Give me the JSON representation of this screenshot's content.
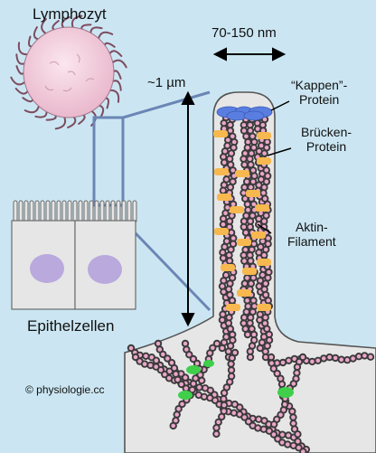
{
  "labels": {
    "lymphocyte": "Lymphozyt",
    "epithelial": "Epithelzellen",
    "copyright": "© physiologie.cc",
    "width_range": "70-150 nm",
    "height": "~1 µm",
    "cap_protein_line1": "“Kappen”-",
    "cap_protein_line2": "Protein",
    "bridge_protein_line1": "Brücken-",
    "bridge_protein_line2": "Protein",
    "actin_line1": "Aktin-",
    "actin_line2": "Filament"
  },
  "colors": {
    "background": "#cbe6f2",
    "cell_fill": "#e6e6e6",
    "nucleus": "#b9a9dd",
    "lymphocyte": "#f2d3e0",
    "connector": "#6b86b5",
    "bead": "#e9a6c8",
    "bead_outline": "#3a3a3a",
    "bridge": "#f7b84f",
    "cap": "#5a7ee0",
    "green_protein": "#3fcf4a"
  }
}
